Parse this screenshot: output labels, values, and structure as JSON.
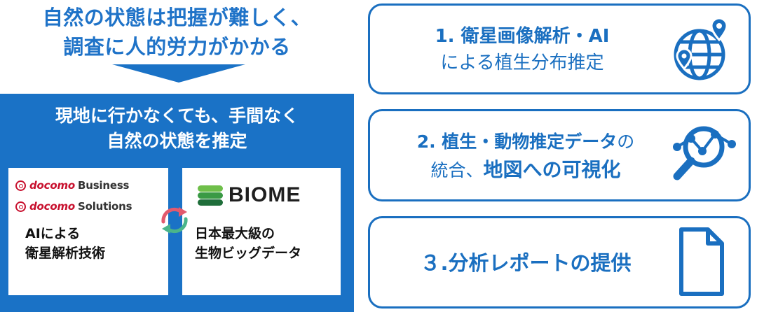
{
  "left": {
    "headline_line1": "自然の状態は把握が難しく、",
    "headline_line2": "調査に人的労力がかかる",
    "panel_title_line1": "現地に行かなくても、手間なく",
    "panel_title_line2": "自然の状態を推定",
    "card_left": {
      "logo_business": {
        "brand": "docomo",
        "suffix": "Business"
      },
      "logo_solutions": {
        "brand": "docomo",
        "suffix": "Solutions"
      },
      "text_line1": "AIによる",
      "text_line2": "衛星解析技術"
    },
    "card_right": {
      "logo_word": "BIOME",
      "text_line1": "日本最大級の",
      "text_line2": "生物ビッグデータ"
    }
  },
  "steps": [
    {
      "line1": "1. 衛星画像解析・AI",
      "line2": "による植生分布推定",
      "icon": "globe-map-pin-icon"
    },
    {
      "line1_bold": "2. 植生・動物推定データ",
      "line1_rest": "の",
      "line2_rest": "統合、",
      "line2_bold": "地図への可視化",
      "icon": "magnifier-chart-icon"
    },
    {
      "line1": "３.分析レポートの提供",
      "icon": "document-icon"
    }
  ],
  "colors": {
    "primary_blue": "#1a72c6",
    "docomo_red": "#c8102e",
    "biome_green": "#3a9a45",
    "text_dark": "#111111"
  }
}
